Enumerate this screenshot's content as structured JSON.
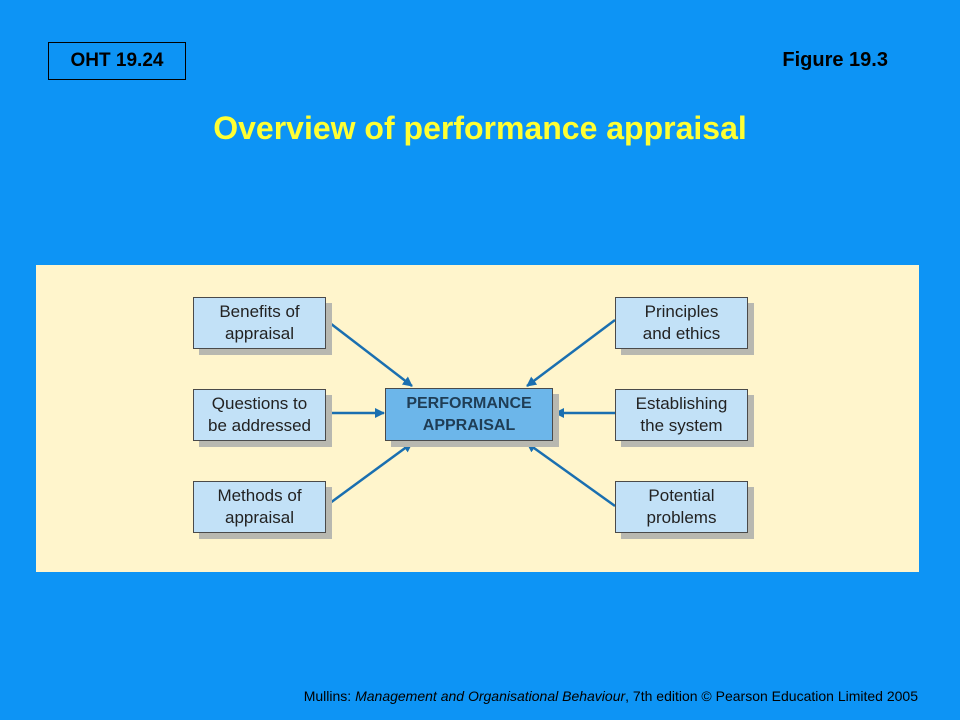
{
  "header": {
    "oht_label": "OHT 19.24",
    "figure_label": "Figure 19.3",
    "title": "Overview of performance appraisal"
  },
  "diagram": {
    "center": "PERFORMANCE\nAPPRAISAL",
    "left_boxes": [
      "Benefits of\nappraisal",
      "Questions to\nbe addressed",
      "Methods of\nappraisal"
    ],
    "right_boxes": [
      "Principles\nand ethics",
      "Establishing\nthe system",
      "Potential\nproblems"
    ]
  },
  "footer": {
    "author": "Mullins: ",
    "book": "Management and Organisational Behaviour",
    "rest": ", 7th edition © Pearson Education Limited 2005"
  },
  "colors": {
    "background": "#0d94f5",
    "title": "#ffff33",
    "panel": "#fff5cc",
    "box": "#c2e1f7",
    "center_box": "#6cb6ea",
    "arrow": "#1a6fb0"
  }
}
